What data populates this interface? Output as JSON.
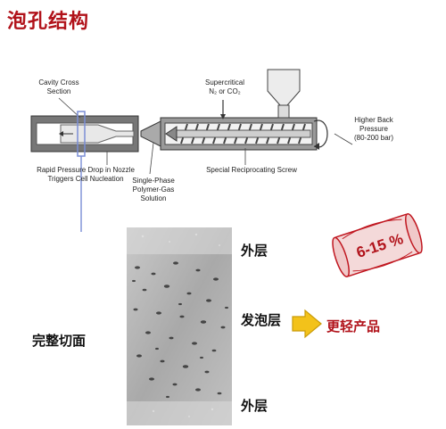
{
  "title": "泡孔结构",
  "schematic": {
    "cavity_label_1": "Cavity Cross",
    "cavity_label_2": "Section",
    "supercritical_1": "Supercritical",
    "supercritical_2": "N₂ or CO₂",
    "back_pressure_1": "Higher Back",
    "back_pressure_2": "Pressure",
    "back_pressure_3": "(80-200 bar)",
    "pressure_drop_1": "Rapid Pressure Drop in Nozzle",
    "pressure_drop_2": "Triggers Cell Nucleation",
    "screw_label": "Special Reciprocating Screw",
    "single_phase_1": "Single-Phase",
    "single_phase_2": "Polymer-Gas",
    "single_phase_3": "Solution"
  },
  "section": {
    "whole_section": "完整切面",
    "outer_top": "外层",
    "foam_layer": "发泡层",
    "outer_bottom": "外层",
    "lighter_product": "更轻产品"
  },
  "scroll": {
    "value": "6-15 %"
  },
  "colors": {
    "title_red": "#b1121a",
    "arrow_yellow": "#f3c21a",
    "scroll_fill": "#f4d9d9",
    "scroll_border": "#c0161f",
    "guide_blue": "#7a8ed6"
  }
}
